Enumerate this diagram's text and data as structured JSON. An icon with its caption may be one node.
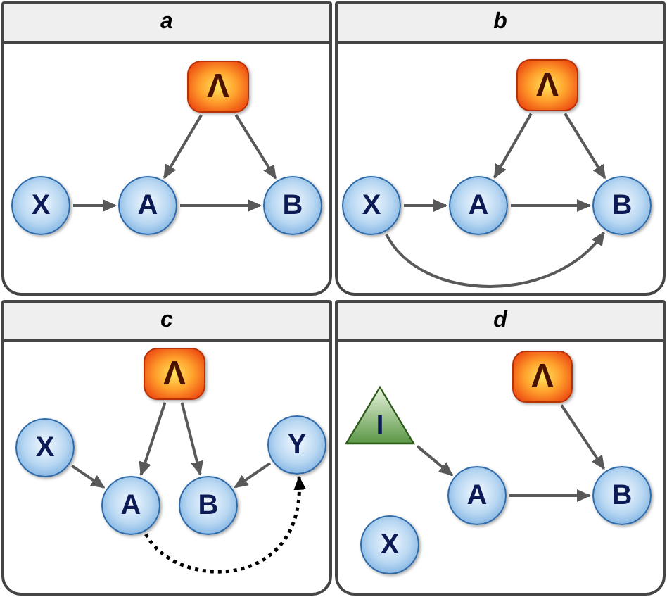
{
  "diagram": {
    "nodes": [
      {
        "text": [
          "a"
        ]
      },
      {
        "text": [
          "Λ"
        ],
        "in": 0
      },
      {
        "text": [
          "X"
        ],
        "in": 0
      },
      {
        "text": [
          "A"
        ],
        "in": 0
      },
      {
        "text": [
          "B"
        ],
        "in": 0
      },
      {
        "text": [
          "b"
        ]
      },
      {
        "text": [
          "Λ"
        ],
        "in": 5
      },
      {
        "text": [
          "X"
        ],
        "in": 5
      },
      {
        "text": [
          "A"
        ],
        "in": 5
      },
      {
        "text": [
          "B"
        ],
        "in": 5
      },
      {
        "text": [
          "c"
        ]
      },
      {
        "text": [
          "Λ"
        ],
        "in": 10
      },
      {
        "text": [
          "X"
        ],
        "in": 10
      },
      {
        "text": [
          "Y"
        ],
        "in": 10
      },
      {
        "text": [
          "A"
        ],
        "in": 10
      },
      {
        "text": [
          "B"
        ],
        "in": 10
      },
      {
        "text": [
          "d"
        ]
      },
      {
        "text": [
          "Λ"
        ],
        "in": 16
      },
      {
        "text": [
          "I"
        ],
        "in": 16
      },
      {
        "text": [
          "A"
        ],
        "in": 16
      },
      {
        "text": [
          "B"
        ],
        "in": 16
      },
      {
        "text": [
          "X"
        ],
        "in": 16
      }
    ],
    "edges": [
      {
        "from": 2,
        "to": 3,
        "arrow": "to"
      },
      {
        "from": 3,
        "to": 4,
        "arrow": "to"
      },
      {
        "from": 1,
        "to": 3,
        "arrow": "to"
      },
      {
        "from": 1,
        "to": 4,
        "arrow": "to"
      },
      {
        "from": 7,
        "to": 8,
        "arrow": "to"
      },
      {
        "from": 8,
        "to": 9,
        "arrow": "to"
      },
      {
        "from": 6,
        "to": 8,
        "arrow": "to"
      },
      {
        "from": 6,
        "to": 9,
        "arrow": "to"
      },
      {
        "from": 7,
        "to": 9,
        "arrow": "to"
      },
      {
        "from": 12,
        "to": 14,
        "arrow": "to"
      },
      {
        "from": 11,
        "to": 14,
        "arrow": "to"
      },
      {
        "from": 11,
        "to": 15,
        "arrow": "to"
      },
      {
        "from": 13,
        "to": 15,
        "arrow": "to"
      },
      {
        "from": 14,
        "to": 13,
        "arrow": "to",
        "style": "dashed",
        "color": "#000000"
      },
      {
        "from": 18,
        "to": 19,
        "arrow": "to"
      },
      {
        "from": 19,
        "to": 20,
        "arrow": "to"
      },
      {
        "from": 17,
        "to": 20,
        "arrow": "to"
      }
    ]
  }
}
